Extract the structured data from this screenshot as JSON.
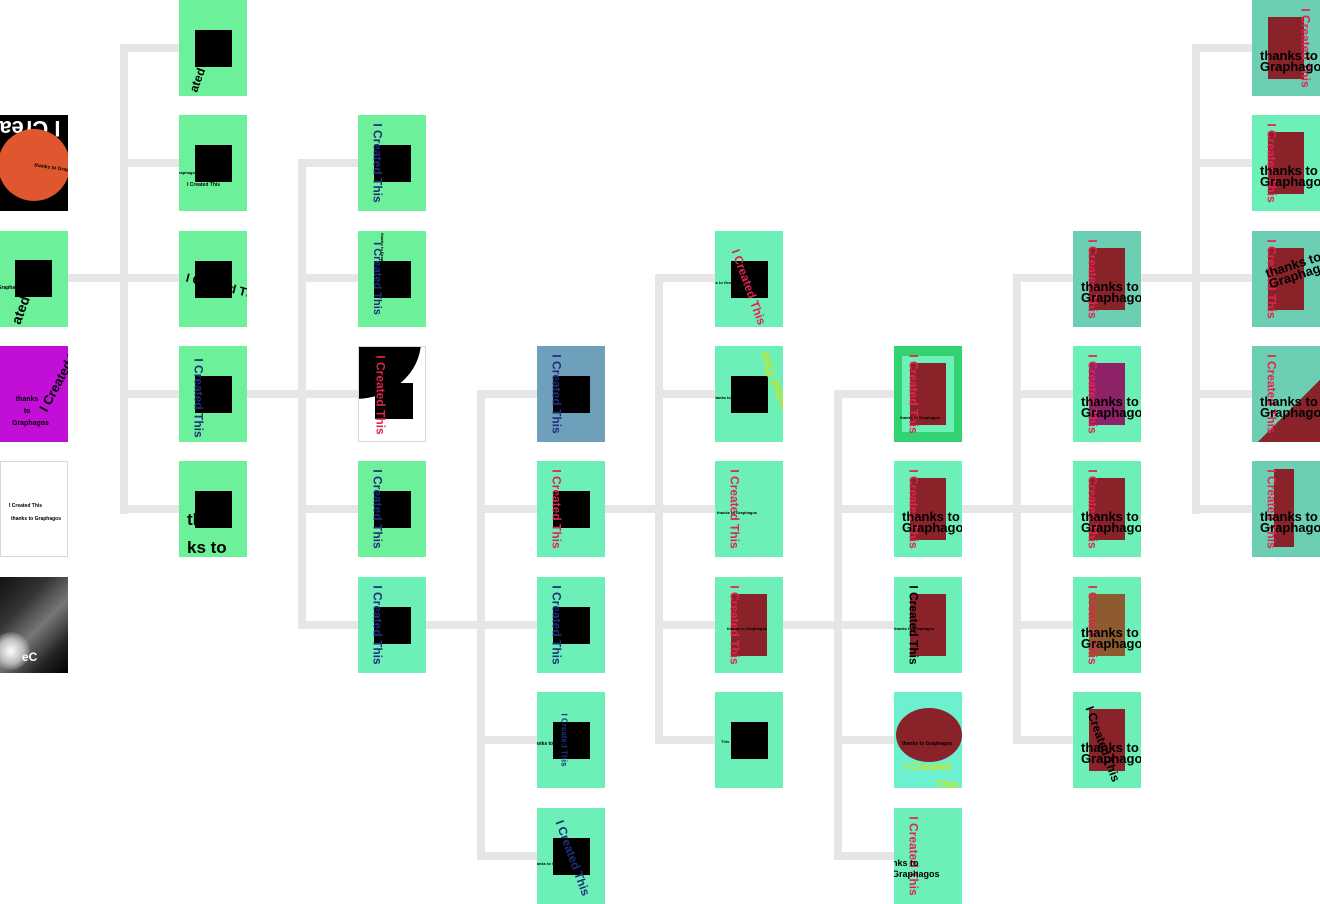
{
  "colors": {
    "connector": "#e6e6e6",
    "green": "#6cf09a",
    "mint": "#6cf0b8",
    "teal": "#6ccfb4",
    "steel": "#6e9fbb",
    "deep_green": "#33d271",
    "magenta": "#c20fd8",
    "white": "#ffffff",
    "black": "#000000",
    "orange": "#e0562e",
    "maroon": "#8a2229",
    "purple": "#8e2266",
    "olive": "#8d5b2f",
    "navy_text": "#1f2f7a",
    "red_text": "#e0244d",
    "yellow_text": "#cde31c"
  },
  "labels": {
    "created": "I Created This",
    "created_word": "I Created",
    "this_word": "This",
    "thanks": "thanks to Graphagos",
    "thanks_split": "thanks to Graphagos",
    "ks_to": "ks to",
    "th": "th",
    "thanks_graph": "thanks to Graphagos",
    "graph_fragment": "thanks to Graphagos",
    "nks_to": "nks to Graphagos",
    "creat": "I Creat",
    "ated": "ated",
    "ec": "eC",
    "thanks_gra": "thanks to Gra",
    "ks_to_gra": "ks to Gra",
    "graphagos": "Graphagos"
  }
}
